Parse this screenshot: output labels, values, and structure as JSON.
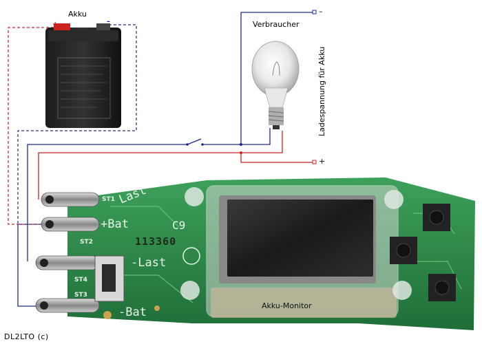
{
  "labels": {
    "battery": "Akku",
    "load": "Verbraucher",
    "charge_voltage": "Ladespannung für Akku",
    "monitor": "Akku-Monitor",
    "copyright": "DL2LTO (c)"
  },
  "terminals": {
    "plus": "+",
    "minus": "–"
  },
  "pcb": {
    "last_top": "Last",
    "bat_top": "+Bat",
    "last_bottom": "-Last",
    "bat_bottom": "-Bat",
    "cap": "C9",
    "serial": "113360",
    "st1": "ST1",
    "st2": "ST2",
    "st3": "ST3",
    "st4": "ST4"
  },
  "colors": {
    "positive_wire": "#cc2222",
    "negative_wire": "#1a2a8a",
    "pcb_green": "#2f8a4a"
  }
}
